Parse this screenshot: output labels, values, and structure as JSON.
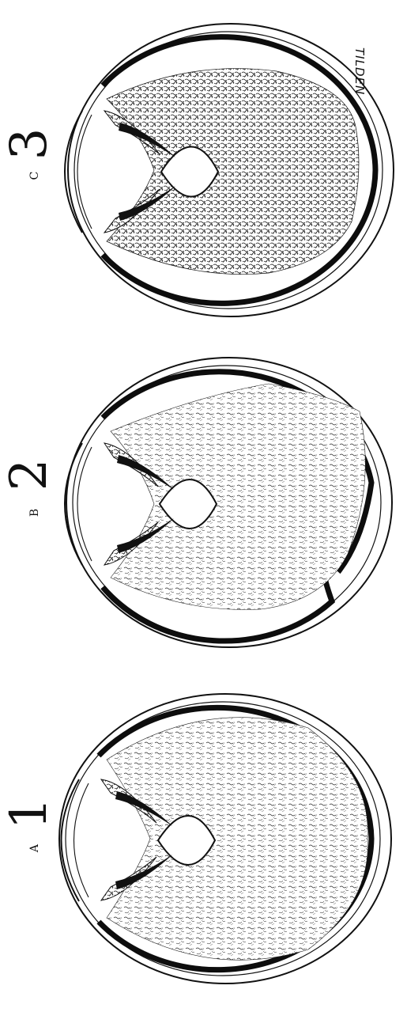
{
  "figures": [
    {
      "number": "1",
      "letter": "A"
    },
    {
      "number": "2",
      "letter": "B"
    },
    {
      "number": "3",
      "letter": "C"
    }
  ],
  "signature": "TILDEN",
  "colors": {
    "ink": "#111111",
    "paper": "#ffffff",
    "stipple": "#2a2a2a"
  }
}
